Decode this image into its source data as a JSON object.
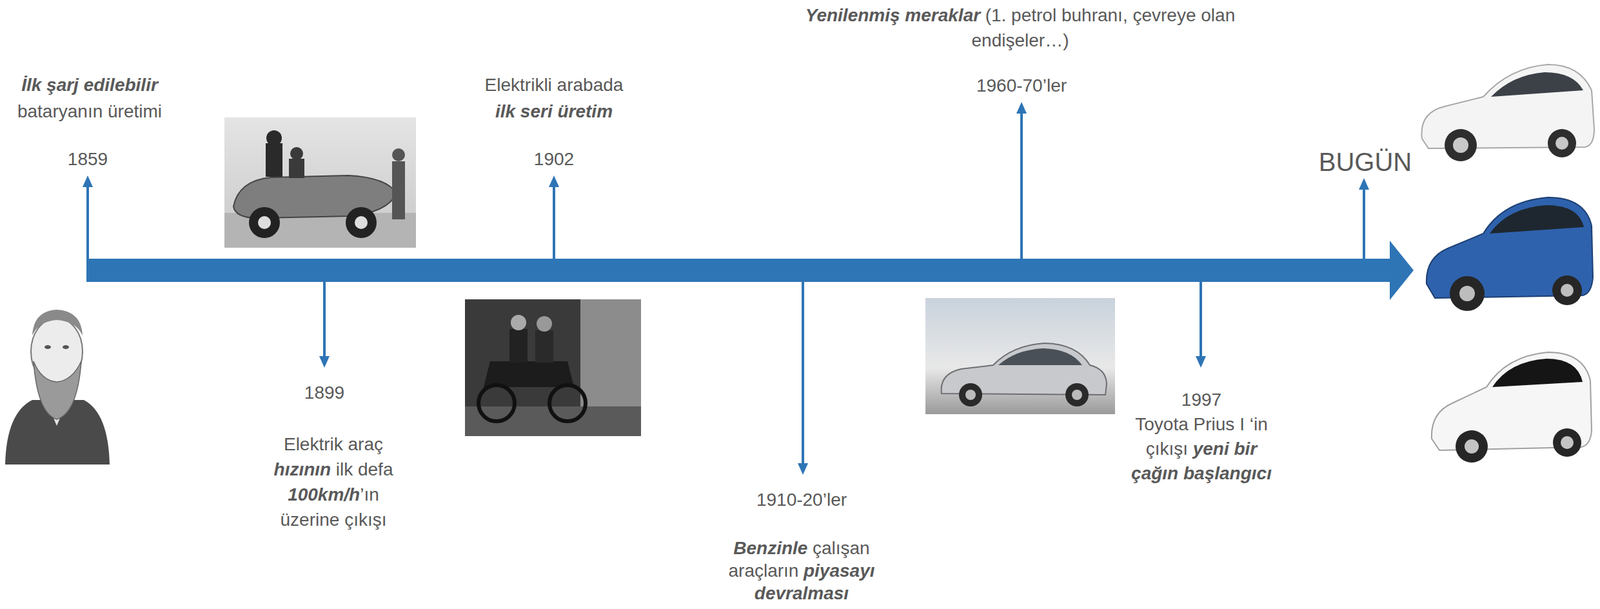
{
  "diagram": {
    "labels": [
      "İlk şarj edilebilir",
      "bataryanın üretimi",
      "1859",
      "Elektrikli arabada",
      "ilk seri üretim",
      "1902",
      "Yenilenmiş meraklar",
      "(1. petrol buhranı, çevreye olan",
      "endişeler…)",
      "1960-70’ler",
      "BUGÜN",
      "1899",
      "Elektrik araç",
      "hızının",
      "ilk defa",
      "100km/h",
      "’ın",
      "üzerine çıkışı",
      "1910-20’ler",
      "Benzinle",
      "çalışan",
      "araçların",
      "piyasayı",
      "devralması",
      "1997",
      "Toyota Prius I ‘in",
      "çıkışı",
      "yeni bir",
      "çağın başlangıcı"
    ]
  }
}
